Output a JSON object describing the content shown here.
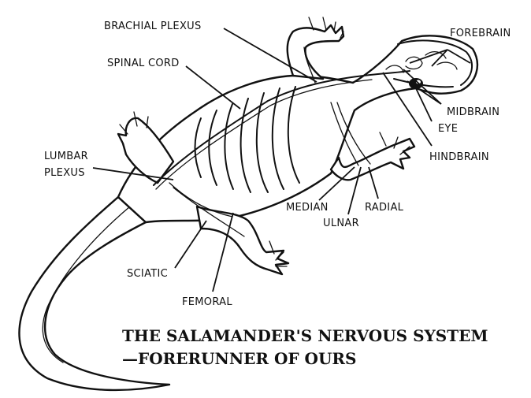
{
  "labels": {
    "brachial_plexus": "BRACHIAL PLEXUS",
    "spinal_cord": "SPINAL CORD",
    "forebrain": "FOREBRAIN",
    "midbrain": "MIDBRAIN",
    "eye": "EYE",
    "hindbrain": "HINDBRAIN",
    "lumbar_plexus_line1": "LUMBAR",
    "lumbar_plexus_line2": "PLEXUS",
    "median": "MEDIAN",
    "radial": "RADIAL",
    "ulnar": "ULNAR",
    "sciatic": "SCIATIC",
    "femoral": "FEMORAL"
  },
  "caption": {
    "line1": "THE SALAMANDER'S NERVOUS SYSTEM",
    "line2": "—FORERUNNER OF OURS"
  },
  "colors": {
    "ink": "#111111",
    "background": "#ffffff"
  }
}
